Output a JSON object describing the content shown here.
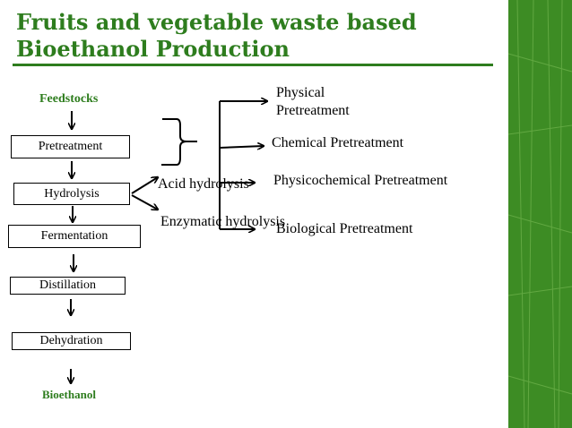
{
  "slide": {
    "title_line1": "Fruits and vegetable waste based",
    "title_line2": "Bioethanol Production",
    "accent_color": "#2e7d1e",
    "strip_color": "#3d8c24"
  },
  "flow": {
    "feedstocks": "Feedstocks",
    "pretreatment": "Pretreatment",
    "hydrolysis": "Hydrolysis",
    "fermentation": "Fermentation",
    "distillation": "Distillation",
    "dehydration": "Dehydration",
    "bioethanol": "Bioethanol"
  },
  "hydrolysis_types": {
    "acid": "Acid hydrolysis",
    "enzymatic": "Enzymatic hydrolysis"
  },
  "pretreatment_types": {
    "physical_line1": "Physical",
    "physical_line2": "Pretreatment",
    "chemical": "Chemical Pretreatment",
    "physicochemical": "Physicochemical Pretreatment",
    "biological": "Biological Pretreatment"
  }
}
